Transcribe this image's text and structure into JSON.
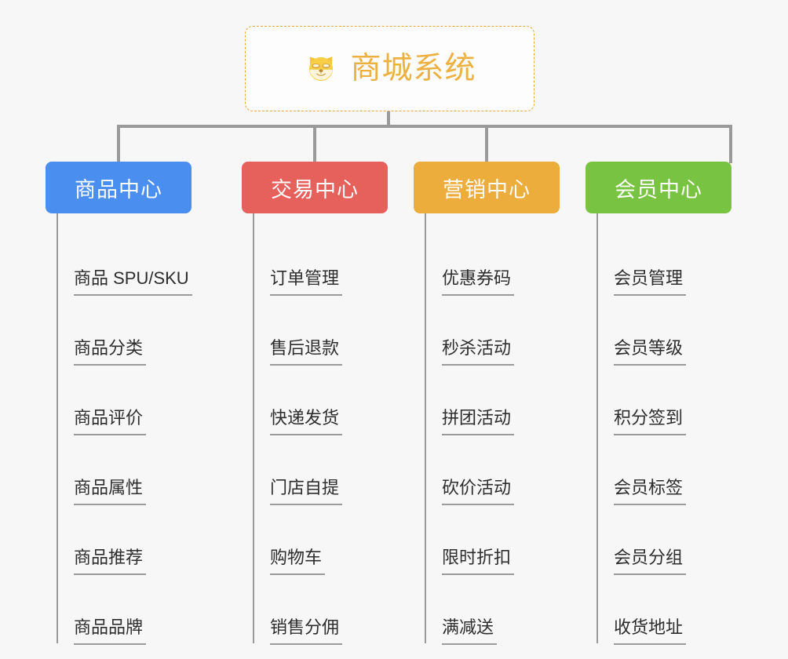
{
  "background_color": "#f7f7f7",
  "root": {
    "title": "商城系统",
    "icon": "shiba-dog-face-icon",
    "text_color": "#edb141",
    "border_color": "#e8a93c",
    "border_style": "dashed"
  },
  "connector_color": "#9a9a9a",
  "categories": [
    {
      "label": "商品中心",
      "color": "#4a8ef0",
      "items": [
        {
          "label": "商品 SPU/SKU"
        },
        {
          "label": "商品分类"
        },
        {
          "label": "商品评价"
        },
        {
          "label": "商品属性"
        },
        {
          "label": "商品推荐"
        },
        {
          "label": "商品品牌"
        }
      ]
    },
    {
      "label": "交易中心",
      "color": "#e6605c",
      "items": [
        {
          "label": "订单管理"
        },
        {
          "label": "售后退款"
        },
        {
          "label": "快递发货"
        },
        {
          "label": "门店自提"
        },
        {
          "label": "购物车"
        },
        {
          "label": "销售分佣"
        }
      ]
    },
    {
      "label": "营销中心",
      "color": "#edad3c",
      "items": [
        {
          "label": "优惠券码"
        },
        {
          "label": "秒杀活动"
        },
        {
          "label": "拼团活动"
        },
        {
          "label": "砍价活动"
        },
        {
          "label": "限时折扣"
        },
        {
          "label": "满减送"
        }
      ]
    },
    {
      "label": "会员中心",
      "color": "#78c442",
      "items": [
        {
          "label": "会员管理"
        },
        {
          "label": "会员等级"
        },
        {
          "label": "积分签到"
        },
        {
          "label": "会员标签"
        },
        {
          "label": "会员分组"
        },
        {
          "label": "收货地址"
        }
      ]
    }
  ]
}
